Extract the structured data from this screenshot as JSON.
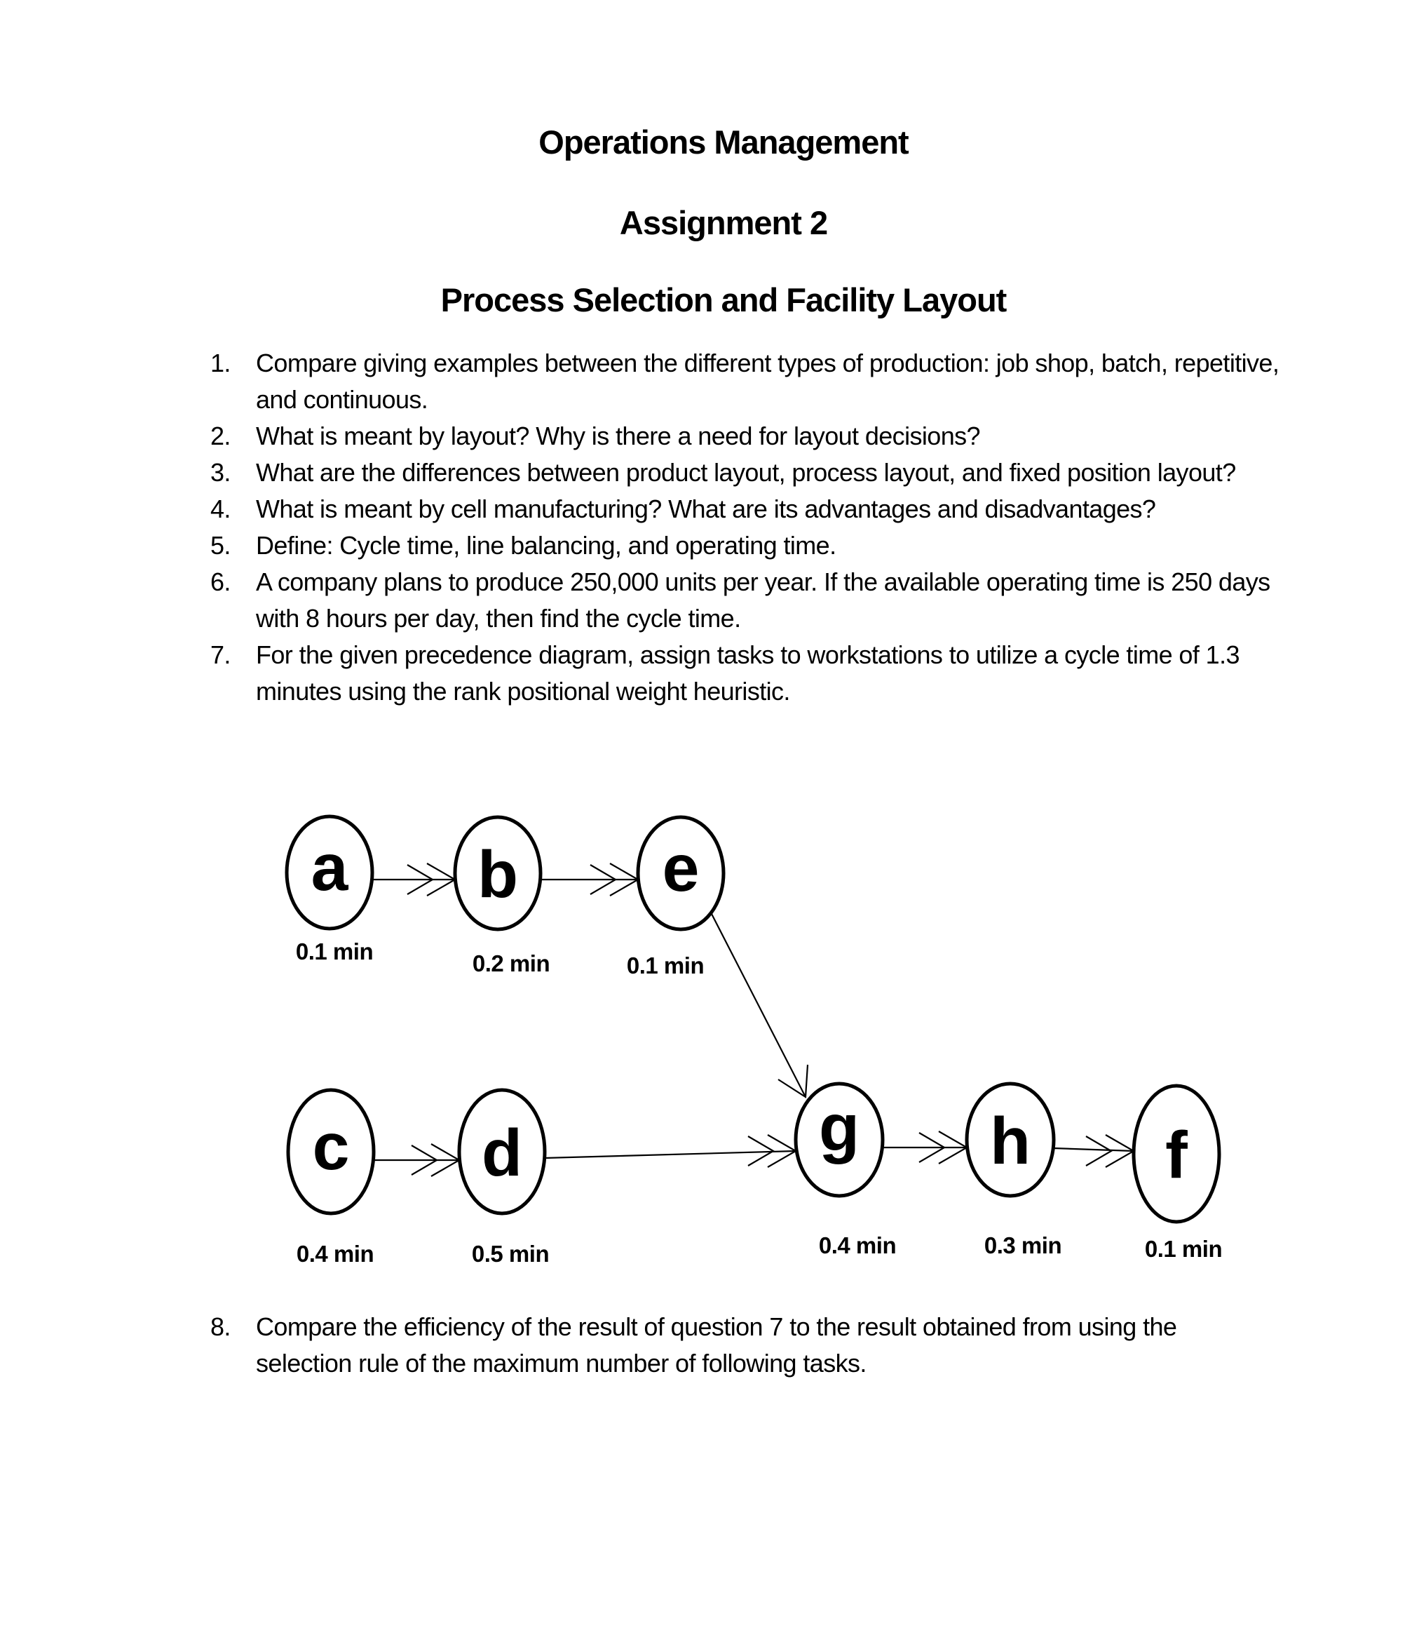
{
  "page": {
    "background": "#ffffff",
    "text_color": "#000000"
  },
  "header": {
    "title": "Operations Management",
    "subtitle": "Assignment 2",
    "section": "Process Selection and Facility Layout"
  },
  "questions": {
    "items": [
      {
        "num": "1.",
        "lines": [
          "Compare giving examples between the different types of production: job shop, batch, repetitive,",
          "and continuous."
        ]
      },
      {
        "num": "2.",
        "lines": [
          "What is meant by layout? Why is there a need for layout decisions?"
        ]
      },
      {
        "num": "3.",
        "lines": [
          "What are the differences between product layout, process layout, and fixed position layout?"
        ]
      },
      {
        "num": "4.",
        "lines": [
          "What is meant by cell manufacturing? What are its advantages and disadvantages?"
        ]
      },
      {
        "num": "5.",
        "lines": [
          "Define: Cycle time, line balancing, and operating time."
        ]
      },
      {
        "num": "6.",
        "lines": [
          "A company plans to produce 250,000 units per year. If the available operating time is 250 days",
          "with 8 hours per day, then find the cycle time."
        ]
      },
      {
        "num": "7.",
        "lines": [
          "For the given precedence diagram, assign tasks to workstations to utilize a cycle time of 1.3",
          "minutes using the rank positional weight heuristic."
        ]
      }
    ],
    "item8": {
      "num": "8.",
      "lines": [
        "Compare the efficiency of the result of question 7 to the result obtained from using the",
        "selection rule of the maximum number of following tasks."
      ]
    }
  },
  "diagram": {
    "type": "precedence-diagram",
    "nodes": [
      {
        "id": "a",
        "time": "0.1 min"
      },
      {
        "id": "b",
        "time": "0.2 min"
      },
      {
        "id": "e",
        "time": "0.1 min"
      },
      {
        "id": "c",
        "time": "0.4 min"
      },
      {
        "id": "d",
        "time": "0.5 min"
      },
      {
        "id": "g",
        "time": "0.4 min"
      },
      {
        "id": "h",
        "time": "0.3 min"
      },
      {
        "id": "f",
        "time": "0.1 min"
      }
    ],
    "edges": [
      "a->b",
      "b->e",
      "e->g",
      "c->d",
      "d->g",
      "g->h",
      "h->f"
    ]
  }
}
